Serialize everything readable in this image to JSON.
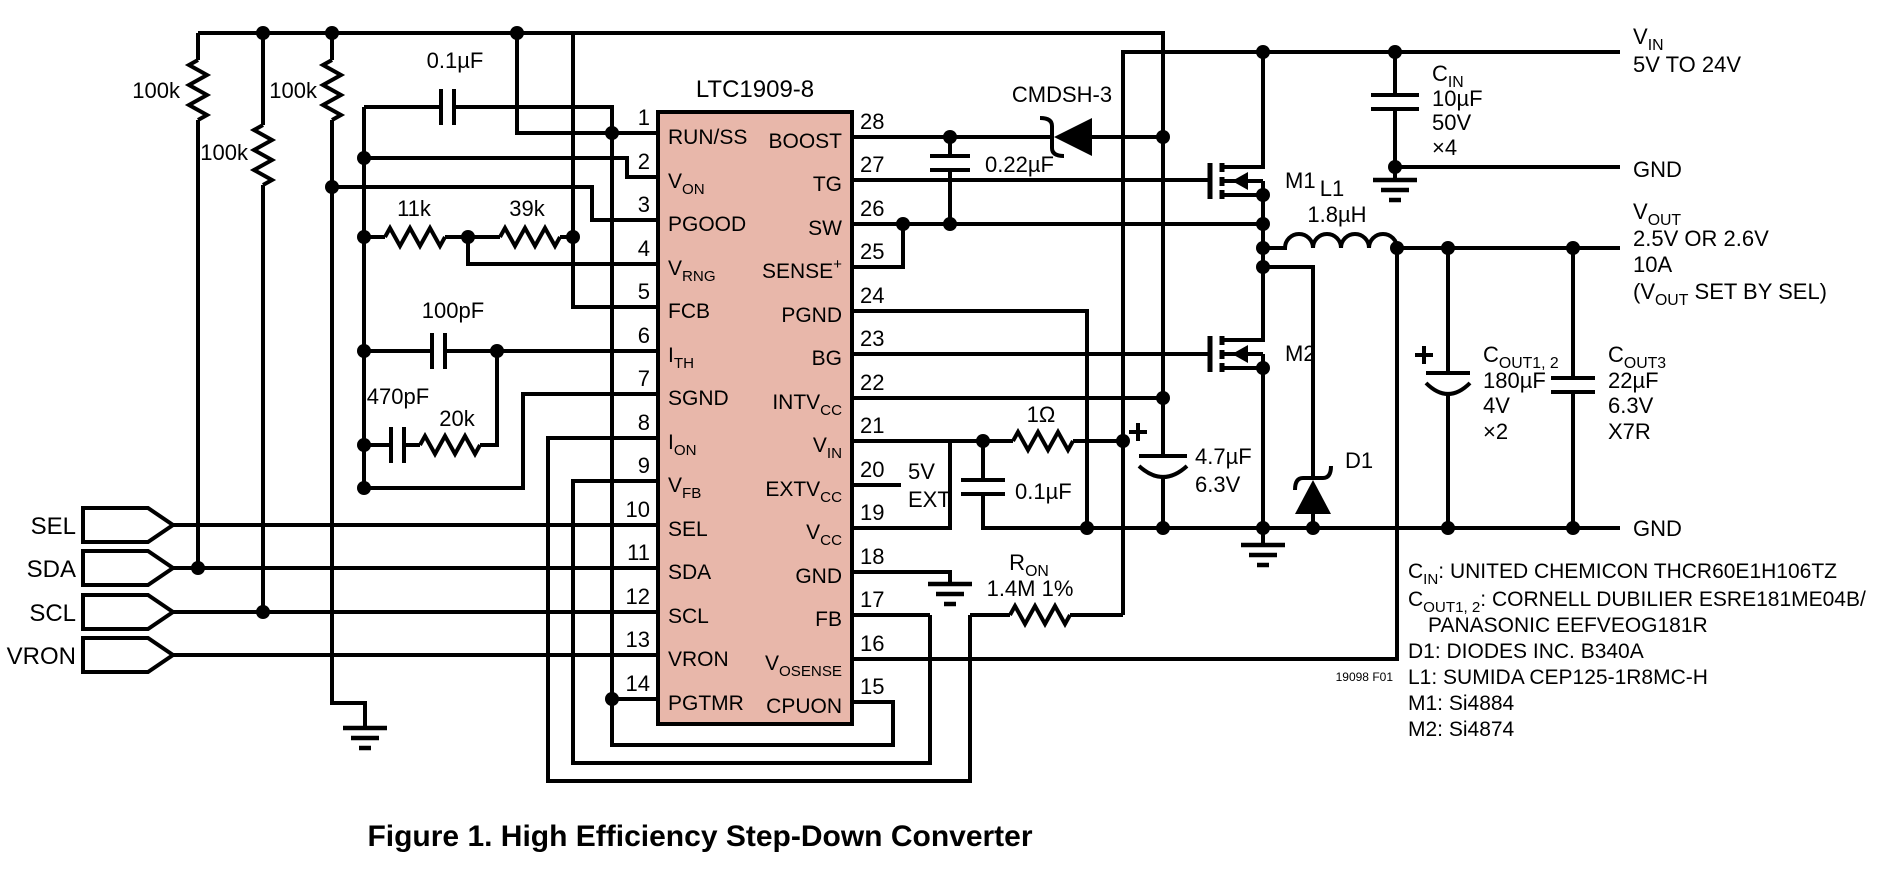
{
  "ic": {
    "title": "LTC1909-8",
    "pins_left": [
      {
        "n": "1",
        "label": "RUN/SS"
      },
      {
        "n": "2",
        "label": "V_{ON}"
      },
      {
        "n": "3",
        "label": "PGOOD"
      },
      {
        "n": "4",
        "label": "V_{RNG}"
      },
      {
        "n": "5",
        "label": "FCB"
      },
      {
        "n": "6",
        "label": "I_{TH}"
      },
      {
        "n": "7",
        "label": "SGND"
      },
      {
        "n": "8",
        "label": "I_{ON}"
      },
      {
        "n": "9",
        "label": "V_{FB}"
      },
      {
        "n": "10",
        "label": "SEL"
      },
      {
        "n": "11",
        "label": "SDA"
      },
      {
        "n": "12",
        "label": "SCL"
      },
      {
        "n": "13",
        "label": "VRON"
      },
      {
        "n": "14",
        "label": "PGTMR"
      }
    ],
    "pins_right": [
      {
        "n": "28",
        "label": "BOOST"
      },
      {
        "n": "27",
        "label": "TG"
      },
      {
        "n": "26",
        "label": "SW"
      },
      {
        "n": "25",
        "label": "SENSE^{+}"
      },
      {
        "n": "24",
        "label": "PGND"
      },
      {
        "n": "23",
        "label": "BG"
      },
      {
        "n": "22",
        "label": "INTV_{CC}"
      },
      {
        "n": "21",
        "label": "V_{IN}"
      },
      {
        "n": "20",
        "label": "EXTV_{CC}"
      },
      {
        "n": "19",
        "label": "V_{CC}"
      },
      {
        "n": "18",
        "label": "GND"
      },
      {
        "n": "17",
        "label": "FB"
      },
      {
        "n": "16",
        "label": "V_{OSENSE}"
      },
      {
        "n": "15",
        "label": "CPUON"
      }
    ]
  },
  "inputs": {
    "sel": "SEL",
    "sda": "SDA",
    "scl": "SCL",
    "vron": "VRON"
  },
  "parts": {
    "r_pullup1": "100k",
    "r_pullup2": "100k",
    "r_pullup3": "100k",
    "c_ss": "0.1µF",
    "r_11k": "11k",
    "r_39k": "39k",
    "c_100pf": "100pF",
    "c_470pf": "470pF",
    "r_20k": "20k",
    "d_boost": "CMDSH-3",
    "c_boost": "0.22µF",
    "m1": "M1",
    "m2": "M2",
    "l1": "L1",
    "l1_value": "1.8µH",
    "cin_name": "C_{IN}",
    "cin_value": "10µF",
    "cin_voltage": "50V",
    "cin_qty": "×4",
    "r_1ohm": "1Ω",
    "c_vinfilt": "0.1µF",
    "c_intvcc_value": "4.7µF",
    "c_intvcc_voltage": "6.3V",
    "d1": "D1",
    "ron_name": "R_{ON}",
    "ron_value": "1.4M 1%",
    "ext_5v_line1": "5V",
    "ext_5v_line2": "EXT",
    "cout12_name": "C_{OUT1, 2}",
    "cout12_value": "180µF",
    "cout12_voltage": "4V",
    "cout12_qty": "×2",
    "cout3_name": "C_{OUT3}",
    "cout3_value": "22µF",
    "cout3_voltage": "6.3V",
    "cout3_type": "X7R"
  },
  "rails": {
    "vin_name": "V_{IN}",
    "vin_range": "5V TO 24V",
    "gnd_top": "GND",
    "vout_name": "V_{OUT}",
    "vout_value": "2.5V OR 2.6V",
    "vout_current": "10A",
    "vout_note": "(V_{OUT} SET BY SEL)",
    "gnd_bottom": "GND"
  },
  "notes": {
    "line1": "C_{IN}: UNITED CHEMICON THCR60E1H106TZ",
    "line2": "C_{OUT1, 2}: CORNELL DUBILIER ESRE181ME04B/",
    "line3": "PANASONIC EEFVEOG181R",
    "line4": "D1: DIODES INC. B340A",
    "line5": "L1: SUMIDA CEP125-1R8MC-H",
    "line6": "M1: Si4884",
    "line7": "M2: Si4874"
  },
  "fig_code": "19098 F01",
  "caption": "Figure 1. High Efficiency Step-Down Converter"
}
